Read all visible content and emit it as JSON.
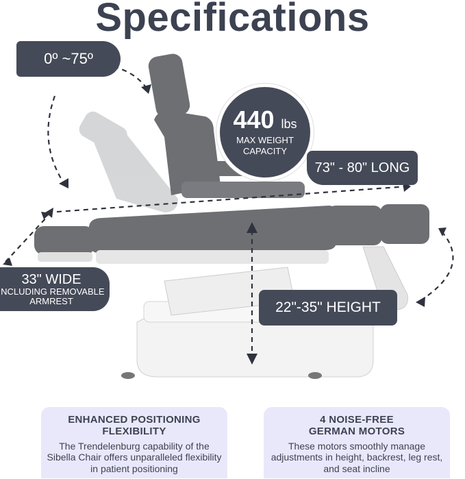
{
  "title": "Specifications",
  "callouts": {
    "angle": "0º ~75º",
    "weight_number": "440",
    "weight_unit": "lbs",
    "weight_line1": "MAX WEIGHT",
    "weight_line2": "CAPACITY",
    "length": "73\" - 80\" LONG",
    "width_main": "33\" WIDE",
    "width_line2": "INCLUDING REMOVABLE",
    "width_line3": "ARMREST",
    "height": "22\"-35\" HEIGHT"
  },
  "features": [
    {
      "title_line1": "ENHANCED POSITIONING",
      "title_line2": "FLEXIBILITY",
      "description": "The Trendelenburg capability of the Sibella Chair offers unparalleled flexibility in patient positioning"
    },
    {
      "title_line1": "4 NOISE-FREE",
      "title_line2": "GERMAN MOTORS",
      "description": "These motors smoothly manage adjustments in height, backrest, leg rest, and seat incline"
    }
  ],
  "colors": {
    "dark": "#454a58",
    "card": "#e9e8fb",
    "upholstery": "#6e6f73",
    "base": "#f2f2f2"
  }
}
